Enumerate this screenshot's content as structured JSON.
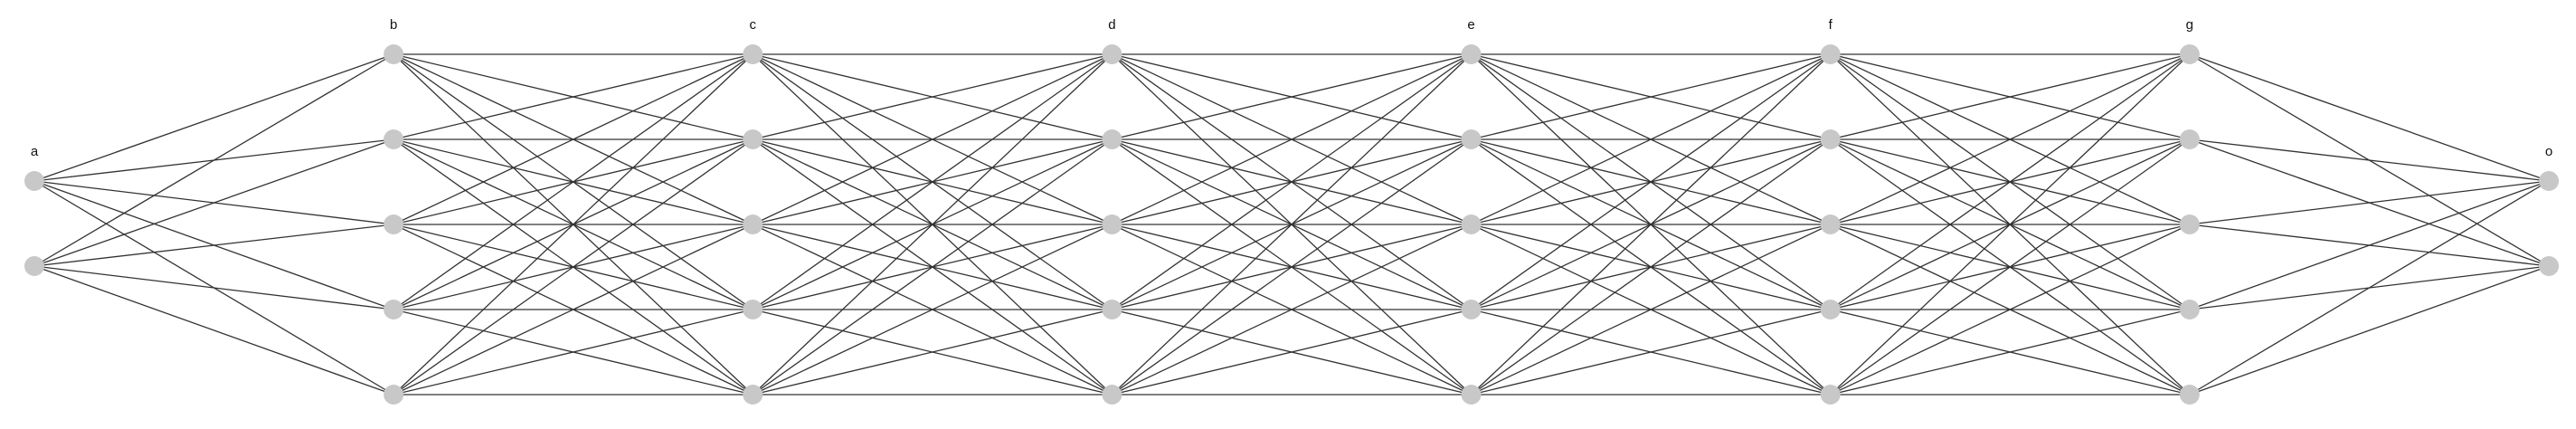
{
  "diagram": {
    "type": "fully-connected-network",
    "layers": [
      {
        "label": "a",
        "nodes": 2
      },
      {
        "label": "b",
        "nodes": 5
      },
      {
        "label": "c",
        "nodes": 5
      },
      {
        "label": "d",
        "nodes": 5
      },
      {
        "label": "e",
        "nodes": 5
      },
      {
        "label": "f",
        "nodes": 5
      },
      {
        "label": "g",
        "nodes": 5
      },
      {
        "label": "o",
        "nodes": 2
      }
    ],
    "colors": {
      "node": "#c8c8c8",
      "edge": "#333333",
      "label": "#111111",
      "background": "#ffffff"
    }
  }
}
